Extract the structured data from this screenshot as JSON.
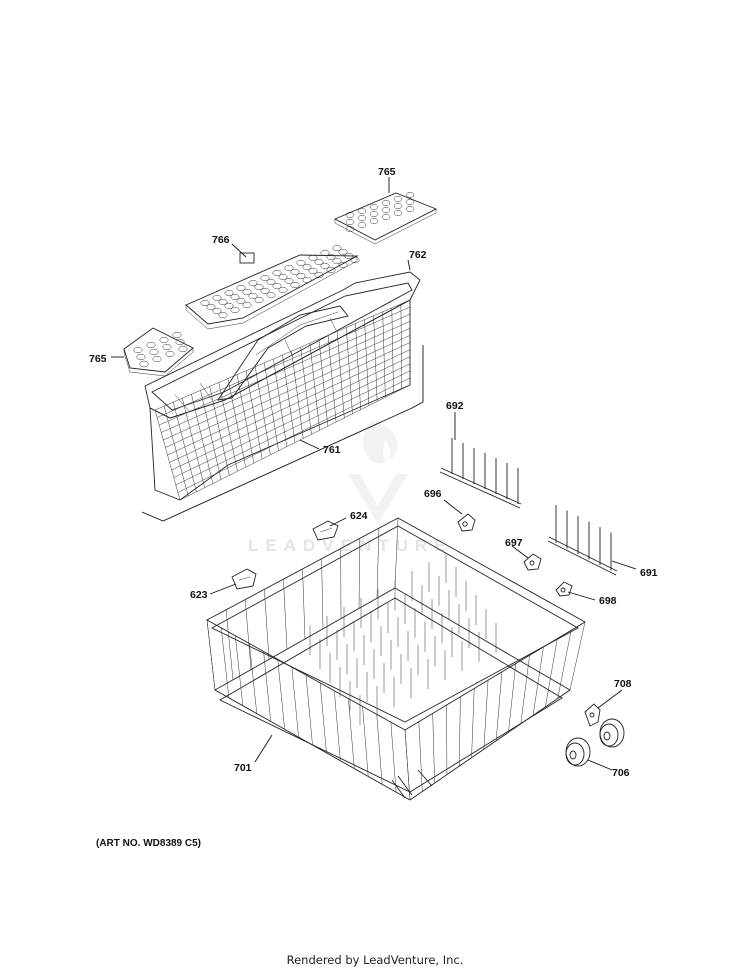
{
  "parts": [
    {
      "id": "p765a",
      "label": "765"
    },
    {
      "id": "p766",
      "label": "766"
    },
    {
      "id": "p762",
      "label": "762"
    },
    {
      "id": "p765b",
      "label": "765"
    },
    {
      "id": "p761",
      "label": "761"
    },
    {
      "id": "p692",
      "label": "692"
    },
    {
      "id": "p696",
      "label": "696"
    },
    {
      "id": "p624",
      "label": "624"
    },
    {
      "id": "p697",
      "label": "697"
    },
    {
      "id": "p691",
      "label": "691"
    },
    {
      "id": "p623",
      "label": "623"
    },
    {
      "id": "p698",
      "label": "698"
    },
    {
      "id": "p708",
      "label": "708"
    },
    {
      "id": "p701",
      "label": "701"
    },
    {
      "id": "p706",
      "label": "706"
    }
  ],
  "art_number": "(ART NO. WD8389 C5)",
  "watermark": "LEADVENTURE",
  "footer": "Rendered by LeadVenture, Inc."
}
